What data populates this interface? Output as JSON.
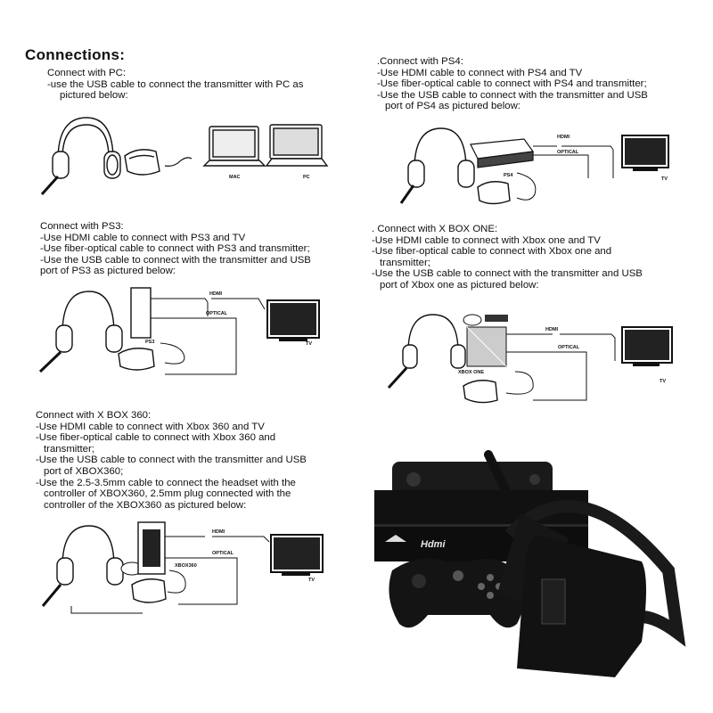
{
  "title": "Connections:",
  "pc": {
    "heading": "Connect with PC:",
    "lines": [
      "-use the USB cable to connect the transmitter with PC as",
      "pictured below:"
    ],
    "labels": {
      "mac": "MAC",
      "pc": "PC"
    }
  },
  "ps4": {
    "heading": ".Connect with PS4:",
    "lines": [
      "-Use HDMI cable to connect with PS4 and TV",
      "-Use fiber-optical cable to connect with PS4 and transmitter;",
      "-Use the USB cable to connect with the transmitter and USB",
      "port of PS4 as pictured below:"
    ],
    "labels": {
      "hdmi": "HDMI",
      "optical": "OPTICAL",
      "console": "PS4",
      "tv": "TV"
    }
  },
  "ps3": {
    "heading": "Connect with PS3:",
    "lines": [
      "-Use HDMI cable to connect with PS3 and TV",
      "-Use fiber-optical cable to connect with PS3 and transmitter;",
      "-Use the USB cable to connect with the transmitter and USB",
      "port of PS3 as pictured below:"
    ],
    "labels": {
      "hdmi": "HDMI",
      "optical": "OPTICAL",
      "console": "PS3",
      "tv": "TV"
    }
  },
  "xboxone": {
    "heading": ". Connect with X BOX ONE:",
    "lines": [
      "-Use HDMI cable to connect with Xbox one and TV",
      "-Use fiber-optical cable to connect with Xbox one and",
      "transmitter;",
      "-Use the USB cable to connect with the transmitter and USB",
      "port of Xbox one as pictured below:"
    ],
    "labels": {
      "hdmi": "HDMI",
      "optical": "OPTICAL",
      "console": "XBOX ONE",
      "tv": "TV"
    }
  },
  "xbox360": {
    "heading": "Connect with X BOX 360:",
    "lines": [
      "-Use HDMI cable to connect with Xbox 360 and TV",
      "-Use fiber-optical cable to connect with Xbox 360 and",
      "transmitter;",
      "-Use the USB cable to connect with the transmitter and USB",
      "port of XBOX360;",
      "-Use the 2.5-3.5mm cable to connect the headset with the",
      "controller of XBOX360, 2.5mm plug connected with the",
      "controller of the XBOX360 as pictured below:"
    ],
    "labels": {
      "hdmi": "HDMI",
      "optical": "OPTICAL",
      "console": "XBOX360",
      "tv": "TV"
    }
  },
  "photo": {
    "hdmi_badge": "Hdmi"
  },
  "colors": {
    "text": "#111111",
    "console_black": "#151515",
    "photo_bg": "#ffffff"
  }
}
